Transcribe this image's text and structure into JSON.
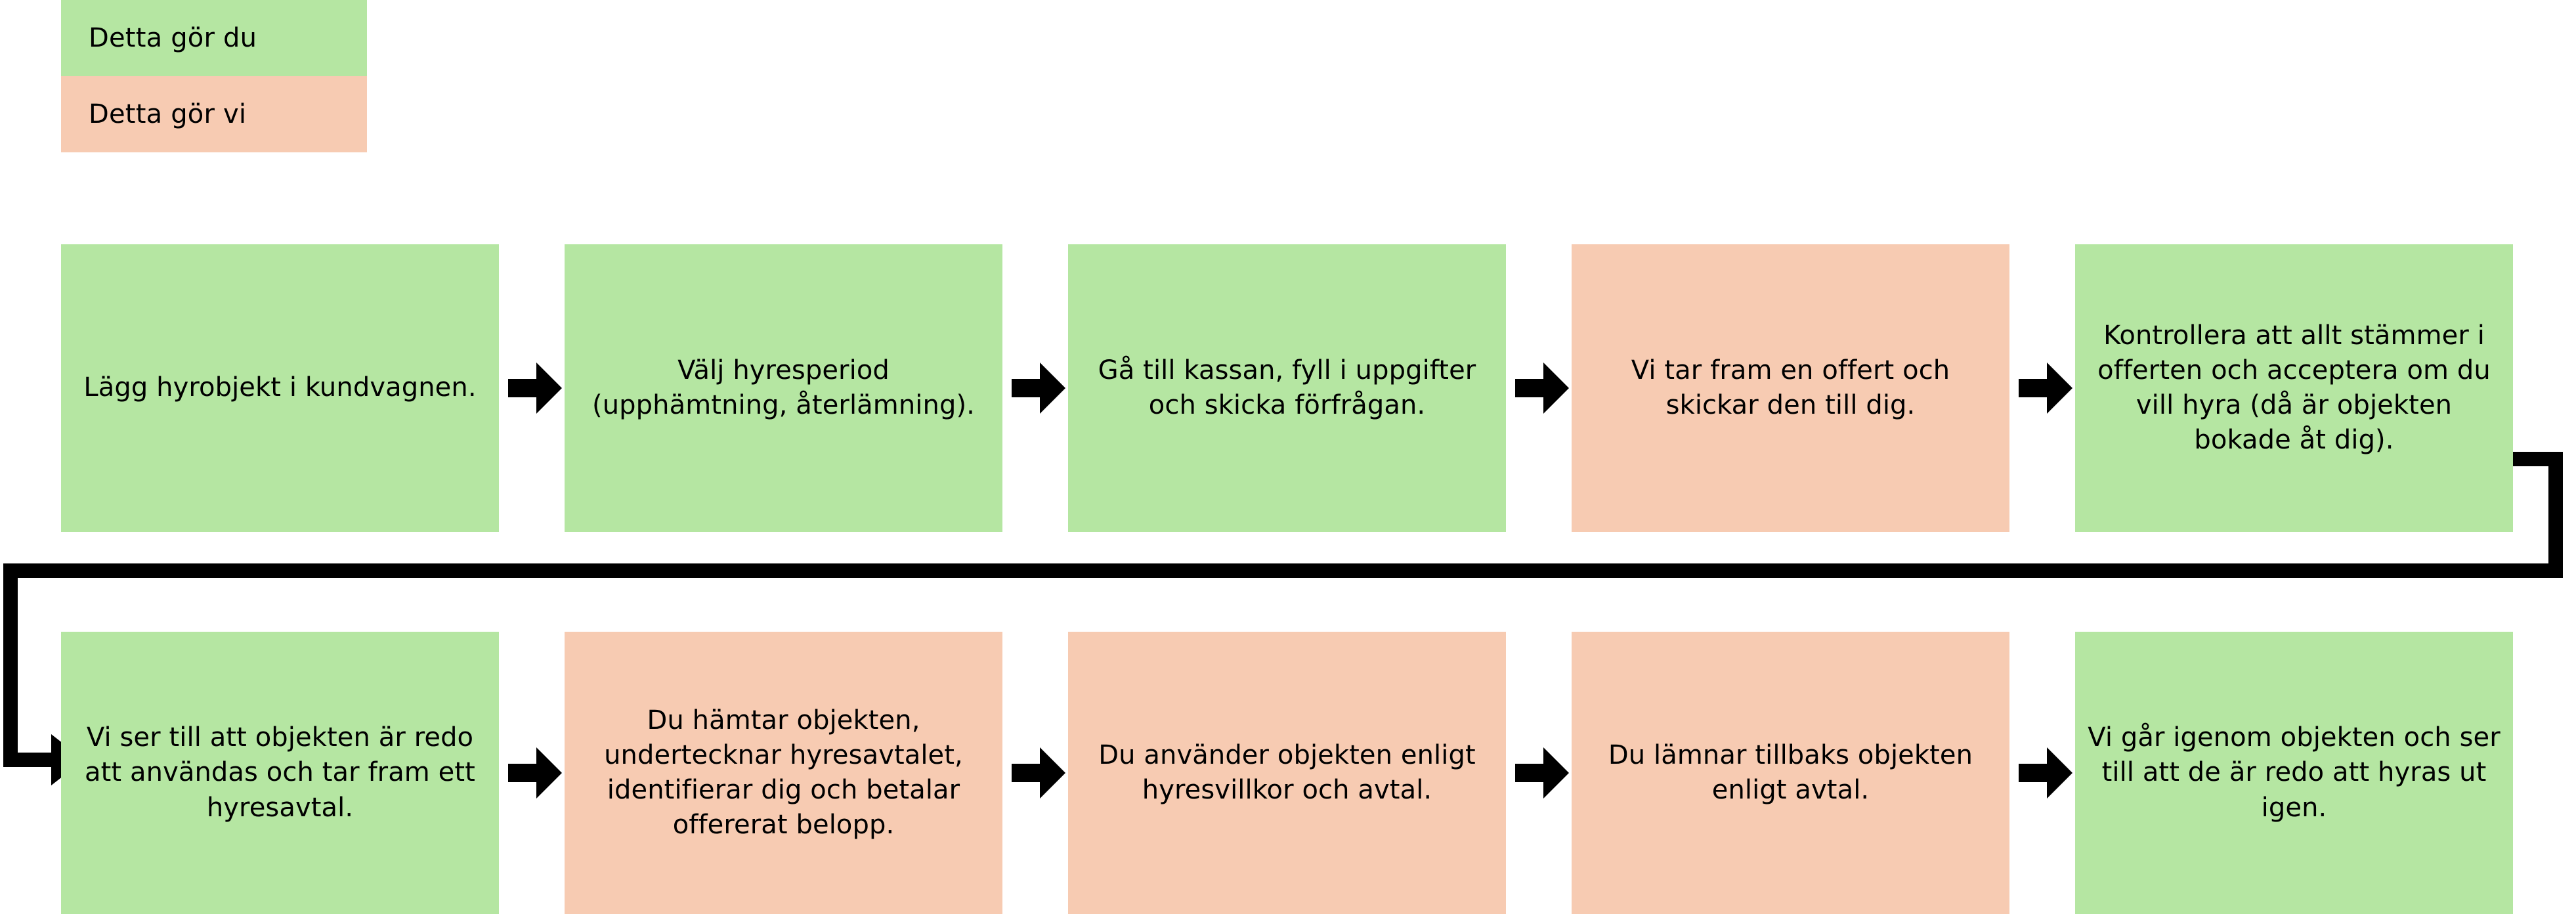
{
  "legend": {
    "items": [
      {
        "label": "Detta gör du",
        "color": "#b5e6a2",
        "actor": "customer"
      },
      {
        "label": "Detta gör vi",
        "color": "#f7cbb2",
        "actor": "company"
      }
    ]
  },
  "colors": {
    "customer_green": "#b5e6a2",
    "company_salmon": "#f7cbb2",
    "arrow_black": "#000000",
    "background": "#ffffff"
  },
  "flow": {
    "row1": [
      {
        "step": 1,
        "text": "Lägg hyrobjekt i kundvagnen.",
        "color": "green"
      },
      {
        "step": 2,
        "text": "Välj hyresperiod (upphämtning, återlämning).",
        "color": "green"
      },
      {
        "step": 3,
        "text": "Gå till kassan, fyll i uppgifter och skicka förfrågan.",
        "color": "green"
      },
      {
        "step": 4,
        "text": "Vi tar fram en offert och skickar den till dig.",
        "color": "salmon"
      },
      {
        "step": 5,
        "text": "Kontrollera att allt stämmer i offerten och acceptera om du vill hyra (då är objekten bokade åt dig).",
        "color": "green"
      }
    ],
    "row2": [
      {
        "step": 6,
        "text": "Vi ser till att objekten är redo att användas och tar fram ett hyresavtal.",
        "color": "green"
      },
      {
        "step": 7,
        "text": "Du hämtar objekten, undertecknar hyresavtalet, identifierar dig och betalar offererat belopp.",
        "color": "salmon"
      },
      {
        "step": 8,
        "text": "Du använder objekten enligt hyresvillkor och avtal.",
        "color": "salmon"
      },
      {
        "step": 9,
        "text": "Du lämnar tillbaks objekten enligt avtal.",
        "color": "salmon"
      },
      {
        "step": 10,
        "text": "Vi går igenom objekten och ser till att de är redo att hyras ut igen.",
        "color": "green"
      }
    ]
  }
}
